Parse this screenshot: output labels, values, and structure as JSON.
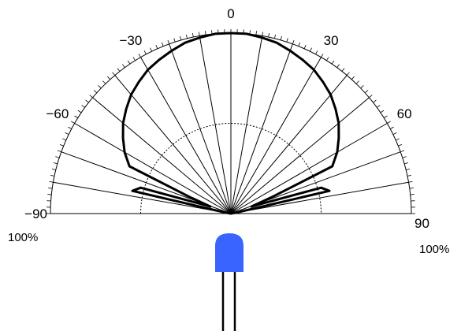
{
  "chart_data": {
    "type": "polar",
    "angle_unit": "degrees",
    "angle_range": [
      -90,
      90
    ],
    "radius_range": [
      0,
      100
    ],
    "radial_grid": [
      50,
      100
    ],
    "angle_tick_labels": [
      {
        "angle": -90,
        "text": "−90"
      },
      {
        "angle": -60,
        "text": "−60"
      },
      {
        "angle": -30,
        "text": "−30"
      },
      {
        "angle": 0,
        "text": "0"
      },
      {
        "angle": 30,
        "text": "30"
      },
      {
        "angle": 60,
        "text": "60"
      },
      {
        "angle": 90,
        "text": "90"
      }
    ],
    "radius_labels": [
      "100%",
      "100%"
    ],
    "spoke_step_deg": 10,
    "series": [
      {
        "angles": [
          -80,
          -77,
          -74,
          -71,
          -68,
          -65,
          -60,
          -55,
          -50,
          -45,
          -40,
          -35,
          -30,
          -25,
          -20,
          -15,
          -10,
          -5,
          0,
          5,
          10,
          15,
          20,
          25,
          30,
          35,
          40,
          45,
          50,
          55,
          60,
          65,
          68,
          71,
          74,
          77,
          80
        ],
        "values": [
          3,
          56,
          52,
          12,
          25,
          62,
          68,
          73,
          78,
          82,
          86,
          89,
          92,
          94,
          96,
          98,
          99,
          100,
          100,
          100,
          99,
          98,
          96,
          94,
          92,
          89,
          86,
          82,
          78,
          73,
          68,
          62,
          25,
          12,
          52,
          56,
          3
        ]
      }
    ]
  },
  "led": {
    "color": "#3a64ff"
  }
}
